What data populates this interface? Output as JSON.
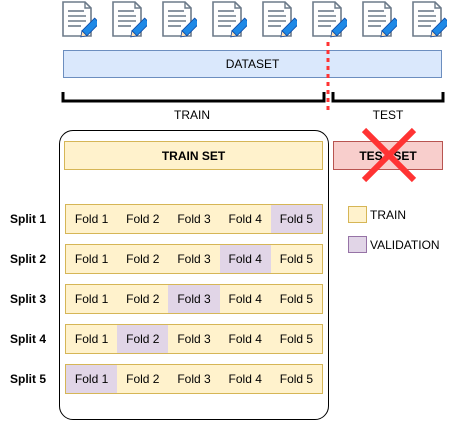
{
  "colors": {
    "dataset_fill": "#dae8fc",
    "train_fill": "#fff2cc",
    "train_border": "#d6b656",
    "validation_fill": "#e1d5e7",
    "validation_border": "#9673a6",
    "test_fill": "#f8cecc",
    "cross": "#ff3333",
    "divider": "#ff3333"
  },
  "icons": [
    "document-edit-icon",
    "document-edit-icon",
    "document-edit-icon",
    "document-edit-icon",
    "document-edit-icon",
    "document-edit-icon",
    "document-edit-icon",
    "document-edit-icon"
  ],
  "dataset_label": "DATASET",
  "train_label": "TRAIN",
  "test_label": "TEST",
  "train_set_label": "TRAIN SET",
  "test_set_label": "TEST SET",
  "splits": [
    {
      "label": "Split 1",
      "folds": [
        "Fold 1",
        "Fold 2",
        "Fold 3",
        "Fold 4",
        "Fold 5"
      ],
      "validation_fold": 5
    },
    {
      "label": "Split 2",
      "folds": [
        "Fold 1",
        "Fold 2",
        "Fold 3",
        "Fold 4",
        "Fold 5"
      ],
      "validation_fold": 4
    },
    {
      "label": "Split 3",
      "folds": [
        "Fold 1",
        "Fold 2",
        "Fold 3",
        "Fold 4",
        "Fold 5"
      ],
      "validation_fold": 3
    },
    {
      "label": "Split 4",
      "folds": [
        "Fold 1",
        "Fold 2",
        "Fold 3",
        "Fold 4",
        "Fold 5"
      ],
      "validation_fold": 2
    },
    {
      "label": "Split 5",
      "folds": [
        "Fold 1",
        "Fold 2",
        "Fold 3",
        "Fold 4",
        "Fold 5"
      ],
      "validation_fold": 1
    }
  ],
  "legend": {
    "train": "TRAIN",
    "validation": "VALIDATION"
  }
}
